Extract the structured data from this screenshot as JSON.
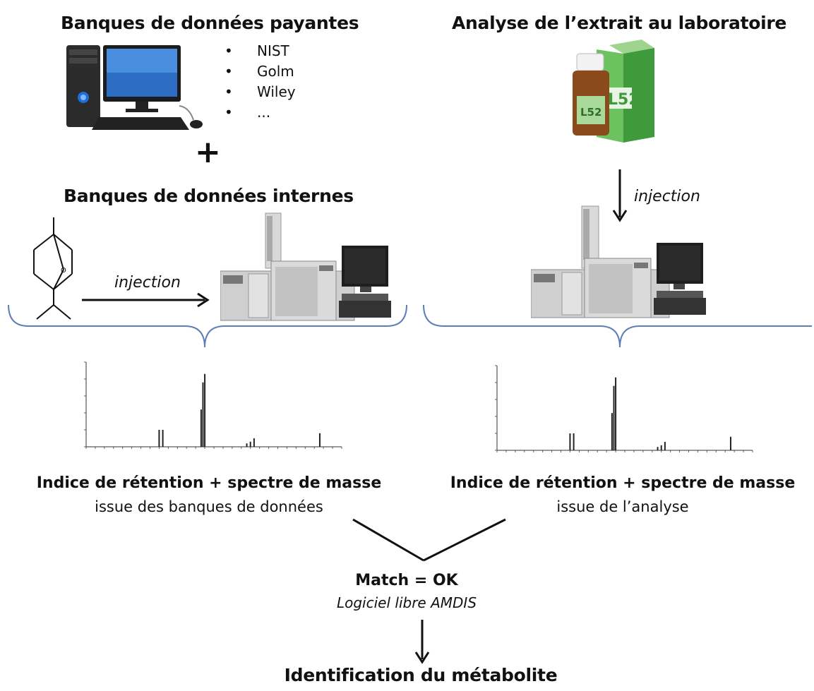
{
  "left": {
    "title_top": "Banques de données payantes",
    "databases": [
      "NIST",
      "Golm",
      "Wiley",
      "..."
    ],
    "plus": "+",
    "title_mid": "Banques de données internes",
    "injection": "injection",
    "result_bold": "Indice de rétention + spectre de masse",
    "result_sub": "issue des banques de données"
  },
  "right": {
    "title_top": "Analyse de l’extrait au laboratoire",
    "product_label": "L52",
    "injection": "injection",
    "result_bold": "Indice de rétention + spectre de masse",
    "result_sub": "issue de l’analyse"
  },
  "match": {
    "label": "Match = OK",
    "software": "Logiciel libre AMDIS"
  },
  "final": "Identification du métabolite",
  "colors": {
    "brace": "#5b7fb5",
    "box_green": "#59b24f",
    "bottle": "#8a4a1c"
  },
  "chart_data": [
    {
      "type": "bar",
      "xlim": [
        0,
        140
      ],
      "bars": [
        {
          "x": 40,
          "y": 1000
        },
        {
          "x": 42,
          "y": 1000
        },
        {
          "x": 63,
          "y": 2200
        },
        {
          "x": 64,
          "y": 3800
        },
        {
          "x": 65,
          "y": 4300
        },
        {
          "x": 88,
          "y": 200
        },
        {
          "x": 90,
          "y": 300
        },
        {
          "x": 92,
          "y": 500
        },
        {
          "x": 128,
          "y": 800
        }
      ],
      "ylim": [
        0,
        5000
      ]
    },
    {
      "type": "bar",
      "xlim": [
        0,
        140
      ],
      "bars": [
        {
          "x": 40,
          "y": 1000
        },
        {
          "x": 42,
          "y": 1000
        },
        {
          "x": 63,
          "y": 2200
        },
        {
          "x": 64,
          "y": 3800
        },
        {
          "x": 65,
          "y": 4300
        },
        {
          "x": 88,
          "y": 200
        },
        {
          "x": 90,
          "y": 300
        },
        {
          "x": 92,
          "y": 500
        },
        {
          "x": 128,
          "y": 800
        }
      ],
      "ylim": [
        0,
        5000
      ]
    }
  ]
}
